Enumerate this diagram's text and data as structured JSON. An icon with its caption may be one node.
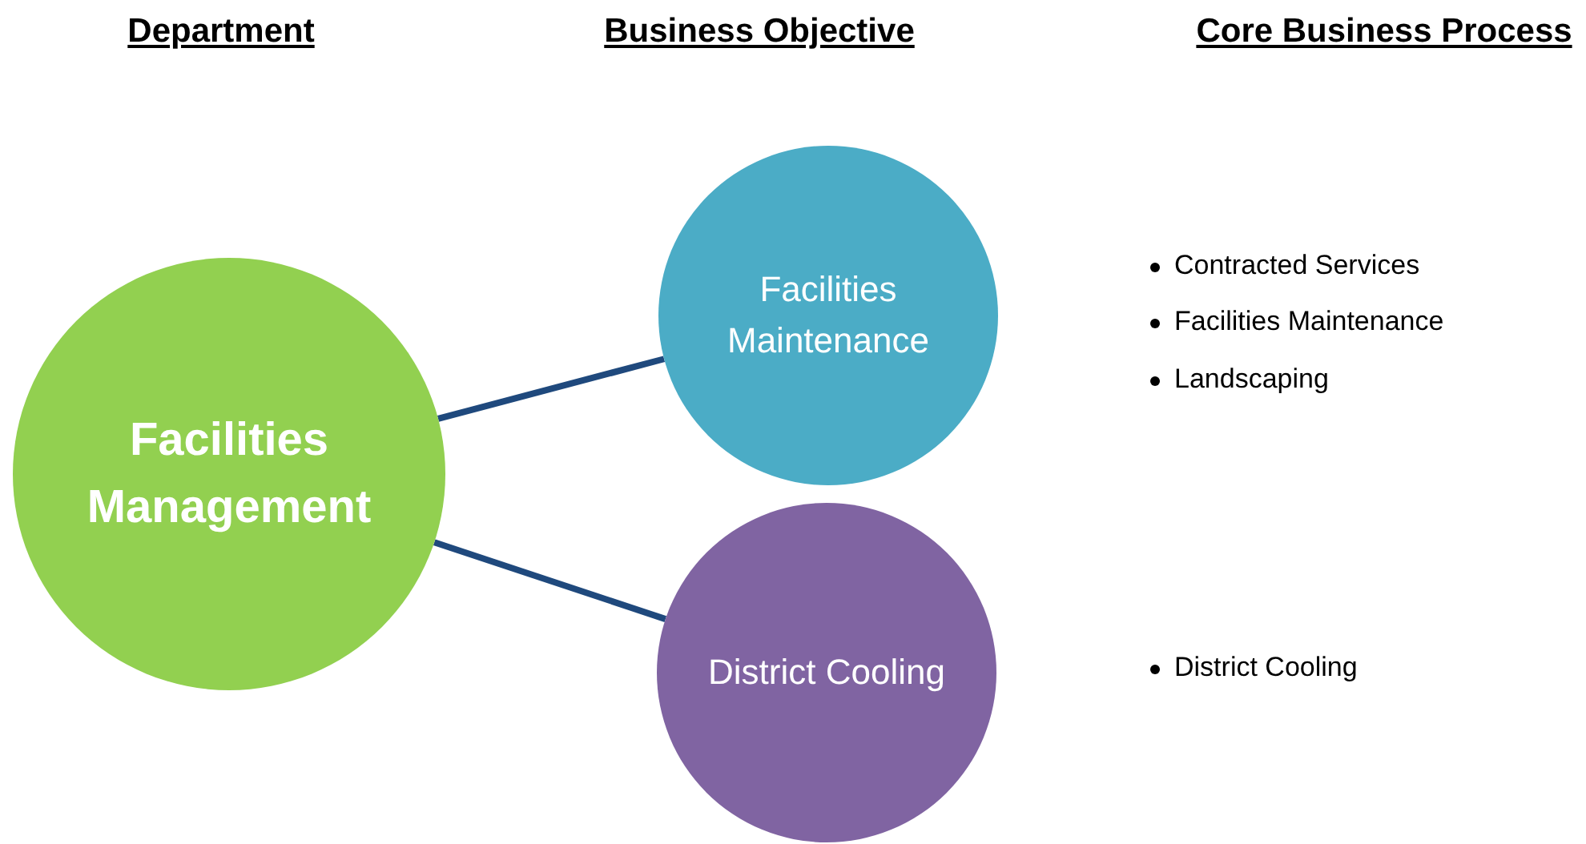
{
  "diagram": {
    "nodes": [
      {
        "text": [
          "Facilities Management"
        ]
      },
      {
        "text": [
          "Facilities Maintenance"
        ]
      },
      {
        "text": [
          "District Cooling"
        ]
      }
    ],
    "edges": [
      {
        "from": 0,
        "to": 1,
        "arrow": "none"
      },
      {
        "from": 0,
        "to": 2,
        "arrow": "none"
      }
    ],
    "labels": [
      "Department",
      "Business Objective",
      "Core Business Process",
      "Contracted Services",
      "Facilities Maintenance",
      "Landscaping",
      "District Cooling"
    ]
  }
}
